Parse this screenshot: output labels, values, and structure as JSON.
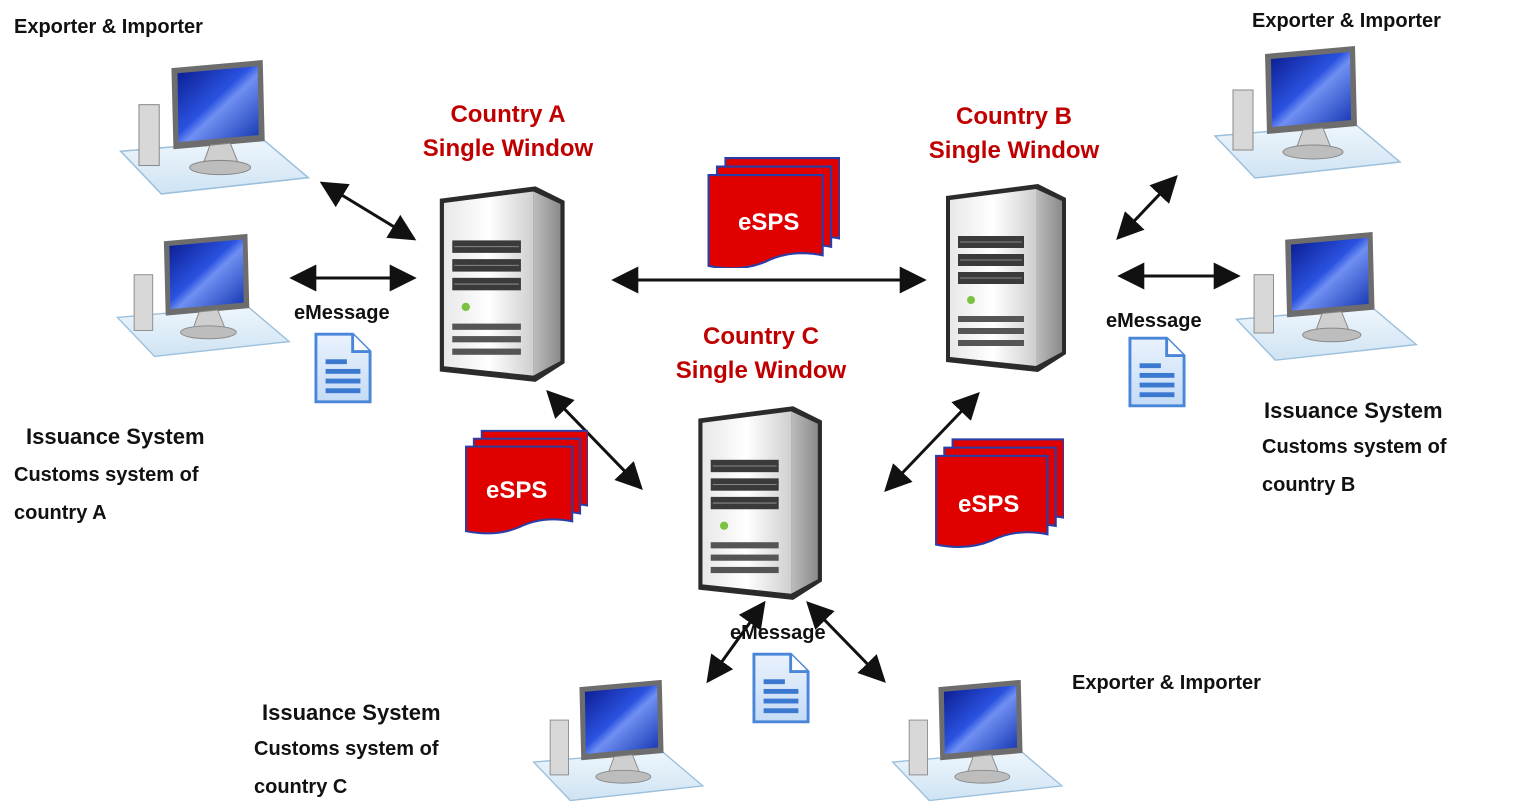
{
  "country_a": {
    "title_line1": "Country A",
    "title_line2": "Single Window"
  },
  "country_b": {
    "title_line1": "Country B",
    "title_line2": "Single Window"
  },
  "country_c": {
    "title_line1": "Country C",
    "title_line2": "Single Window"
  },
  "labels": {
    "exporter_a": "Exporter & Importer",
    "exporter_b": "Exporter & Importer",
    "exporter_c": "Exporter & Importer",
    "issuance_a": "Issuance System",
    "customs_a_line1": "Customs system of",
    "customs_a_line2": "country A",
    "issuance_b": "Issuance System",
    "customs_b_line1": "Customs system of",
    "customs_b_line2": "country B",
    "issuance_c": "Issuance System",
    "customs_c_line1": "Customs system of",
    "customs_c_line2": "country C",
    "emessage_a": "eMessage",
    "emessage_b": "eMessage",
    "emessage_c": "eMessage"
  },
  "esps": {
    "ab": "eSPS",
    "ac": "eSPS",
    "bc": "eSPS"
  },
  "colors": {
    "country_title": "#c00000",
    "esps_doc": "#e00000",
    "monitor": "#1e3fb8",
    "arrow": "#111111"
  },
  "icons": [
    "server-icon",
    "computer-icon",
    "document-icon",
    "esps-document-icon",
    "double-arrow-icon"
  ]
}
